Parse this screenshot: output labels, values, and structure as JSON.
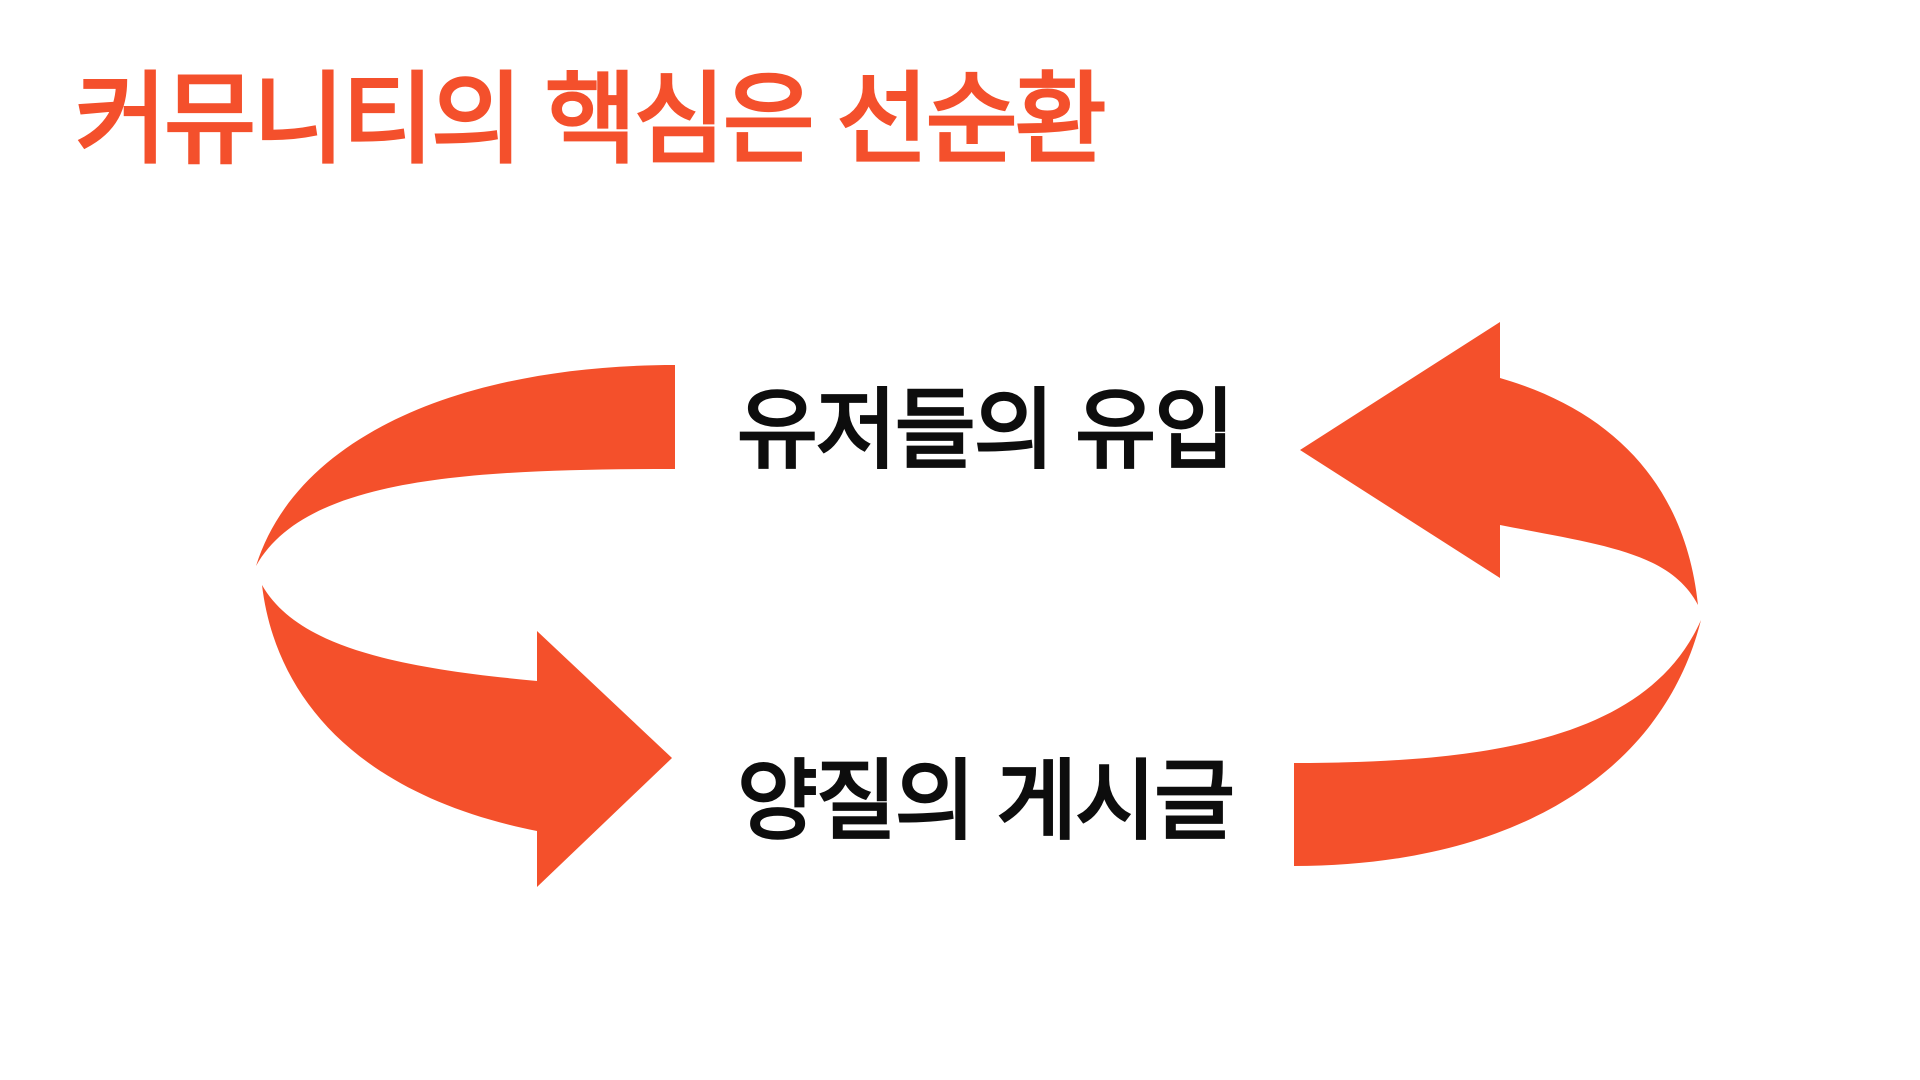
{
  "title": {
    "text": "커뮤니티의 핵심은 선순환"
  },
  "diagram": {
    "type": "cycle",
    "top_label": "유저들의 유입",
    "bottom_label": "양질의 게시글",
    "arrows": [
      {
        "name": "left-down-arrow",
        "direction": "from top label curving left and down, pointing right at bottom label"
      },
      {
        "name": "right-up-arrow",
        "direction": "from bottom label curving right and up, pointing left at top label"
      }
    ]
  },
  "colors": {
    "accent": "#F4502B",
    "title": "#F4502C",
    "text": "#0D0D0D",
    "background": "#FFFFFF"
  }
}
